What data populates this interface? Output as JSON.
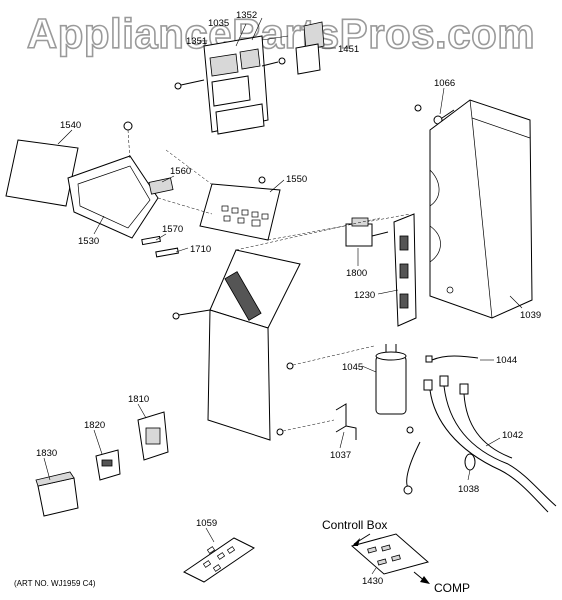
{
  "watermark": "AppliancePartsPros.com",
  "labels": {
    "p1352": "1352",
    "p1035": "1035",
    "p1351": "1351",
    "p1451": "1451",
    "p1066": "1066",
    "p1540": "1540",
    "p1560": "1560",
    "p1550": "1550",
    "p1570": "1570",
    "p1710": "1710",
    "p1530": "1530",
    "p1800": "1800",
    "p1230": "1230",
    "p1039": "1039",
    "p1045": "1045",
    "p1044": "1044",
    "p1810": "1810",
    "p1820": "1820",
    "p1830": "1830",
    "p1037": "1037",
    "p1042": "1042",
    "p1038": "1038",
    "p1059": "1059",
    "p1430": "1430"
  },
  "callouts": {
    "control_box": "Controll Box",
    "comp": "COMP"
  },
  "art_number": "(ART NO. WJ1959 C4)"
}
